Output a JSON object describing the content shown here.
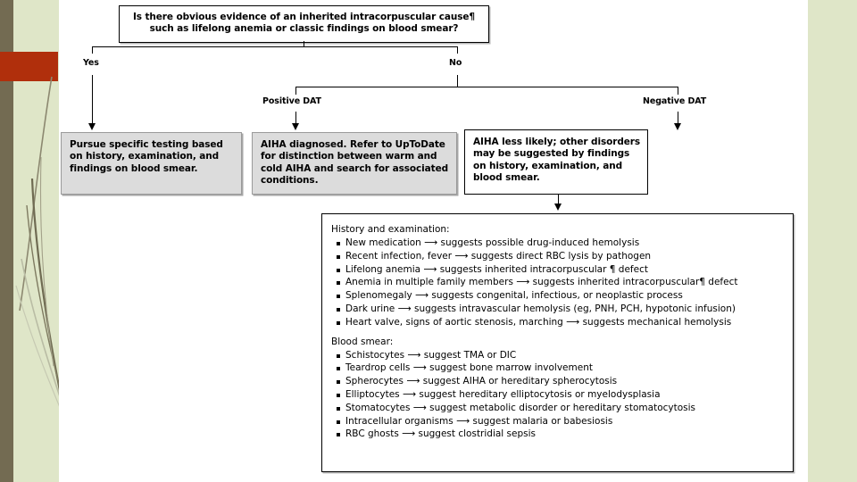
{
  "theme": {
    "band_green": "#dfe6c8",
    "band_olive": "#736b52",
    "band_red": "#b02f0c",
    "box_grey_fill": "#dcdcdc",
    "box_white_fill": "#ffffff",
    "line_color": "#000000"
  },
  "flowchart": {
    "question": {
      "line1": "Is there obvious evidence of an inherited intracorpuscular cause¶",
      "line2": "such as lifelong anemia or classic findings on blood smear?"
    },
    "edge_labels": {
      "yes": "Yes",
      "no": "No",
      "positive_dat": "Positive DAT",
      "negative_dat": "Negative DAT"
    },
    "outcomes": [
      {
        "id": "pursue-testing",
        "text": "Pursue specific testing based on history, examination, and findings on blood smear."
      },
      {
        "id": "aiha-diagnosed",
        "text": "AIHA diagnosed. Refer to UpToDate for distinction between warm and cold AIHA and search for associated conditions."
      },
      {
        "id": "aiha-less-likely",
        "text": "AIHA less likely; other disorders may be suggested by findings on history, examination, and blood smear."
      }
    ],
    "detail_panel": {
      "section1_title": "History and examination:",
      "section1_items": [
        "New medication ⟶ suggests possible drug-induced hemolysis",
        "Recent infection, fever ⟶ suggests direct RBC lysis by pathogen",
        "Lifelong anemia ⟶ suggests inherited intracorpuscular ¶ defect",
        "Anemia in multiple family members ⟶ suggests inherited intracorpuscular¶ defect",
        "Splenomegaly ⟶ suggests congenital, infectious, or neoplastic process",
        "Dark urine ⟶ suggests intravascular hemolysis (eg, PNH, PCH, hypotonic infusion)",
        "Heart valve, signs of aortic stenosis, marching ⟶ suggests mechanical hemolysis"
      ],
      "section2_title": "Blood smear:",
      "section2_items": [
        "Schistocytes ⟶ suggest TMA or DIC",
        "Teardrop cells ⟶ suggest bone marrow involvement",
        "Spherocytes ⟶ suggest AIHA or hereditary spherocytosis",
        "Elliptocytes ⟶ suggest hereditary elliptocytosis or myelodysplasia",
        "Stomatocytes ⟶ suggest metabolic disorder or hereditary stomatocytosis",
        "Intracellular organisms ⟶ suggest malaria or babesiosis",
        "RBC ghosts ⟶ suggest clostridial sepsis"
      ]
    }
  }
}
